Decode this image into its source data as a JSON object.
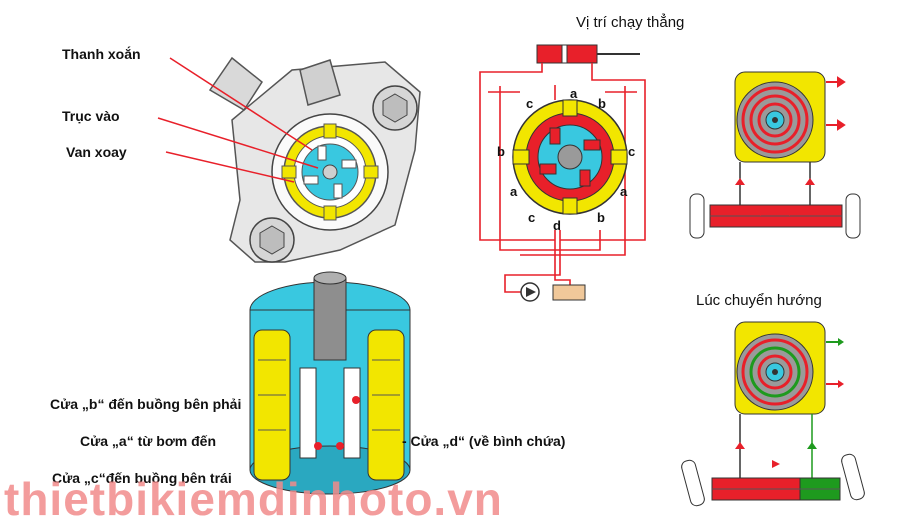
{
  "labels": {
    "thanh_xoan": "Thanh xoắn",
    "truc_vao": "Trục vào",
    "van_xoay": "Van xoay",
    "straight_title": "Vị trí chạy thẳng",
    "turning_title": "Lúc chuyển hướng",
    "port_b_text": "Cửa „b“ đến buồng bên phải",
    "port_a_text": "Cửa „a“ từ bơm đến",
    "port_c_text": "Cửa „c“đến buồng bên trái",
    "port_d_text": "- Cửa „d“ (về bình chứa)"
  },
  "valve_ports": {
    "top_c": "c",
    "top_a": "a",
    "top_b": "b",
    "left_b": "b",
    "right_c": "c",
    "left_a": "a",
    "right_a": "a",
    "bot_c": "c",
    "bot_d": "d",
    "bot_b": "b"
  },
  "watermark": "thietbikiemdinhoto.vn",
  "colors": {
    "yellow": "#f2e600",
    "red": "#e8202a",
    "cyan": "#39c8e0",
    "gray": "#9a9a9a",
    "green": "#1e9a1e",
    "watermark": "#f28b8b"
  }
}
